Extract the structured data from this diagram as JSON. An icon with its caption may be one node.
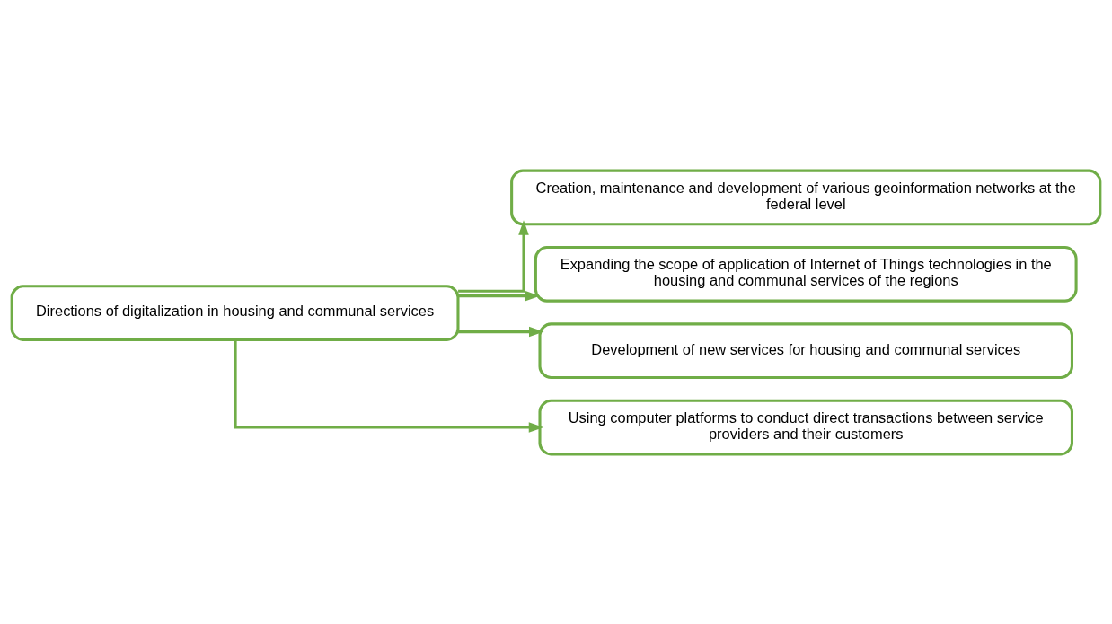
{
  "diagram": {
    "nodes": [
      {
        "text": [
          "Directions of digitalization in housing and communal services"
        ]
      },
      {
        "text": [
          "Creation, maintenance and development of various geoinformation networks at the federal level"
        ]
      },
      {
        "text": [
          "Expanding the scope of application of Internet of Things technologies in the housing and communal services of the regions"
        ]
      },
      {
        "text": [
          "Development of new services for housing and communal services"
        ]
      },
      {
        "text": [
          "Using computer platforms to conduct direct transactions between service providers and their customers"
        ]
      }
    ],
    "edges": [
      {
        "from": 0,
        "to": 1,
        "arrow": "to"
      },
      {
        "from": 0,
        "to": 2,
        "arrow": "to"
      },
      {
        "from": 0,
        "to": 3,
        "arrow": "to"
      },
      {
        "from": 0,
        "to": 4,
        "arrow": "to"
      }
    ]
  }
}
